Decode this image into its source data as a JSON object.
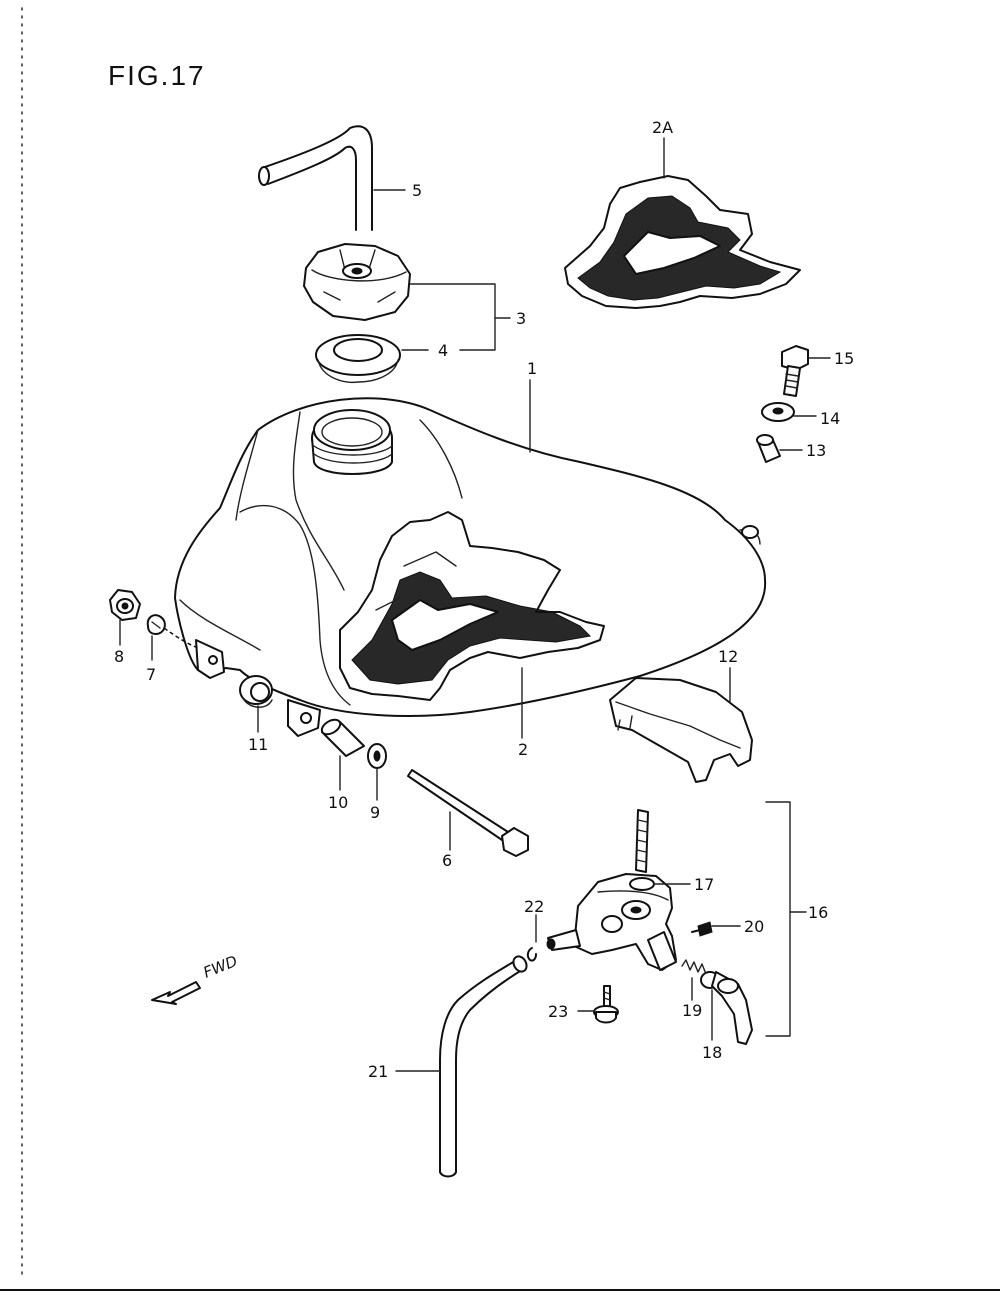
{
  "figure_title": "FIG.17",
  "fwd_label": "FWD",
  "labels": {
    "1": "1",
    "2": "2",
    "2A": "2A",
    "3": "3",
    "4": "4",
    "5": "5",
    "6": "6",
    "7": "7",
    "8": "8",
    "9": "9",
    "10": "10",
    "11": "11",
    "12": "12",
    "13": "13",
    "14": "14",
    "15": "15",
    "16": "16",
    "17": "17",
    "18": "18",
    "19": "19",
    "20": "20",
    "21": "21",
    "22": "22",
    "23": "23"
  }
}
